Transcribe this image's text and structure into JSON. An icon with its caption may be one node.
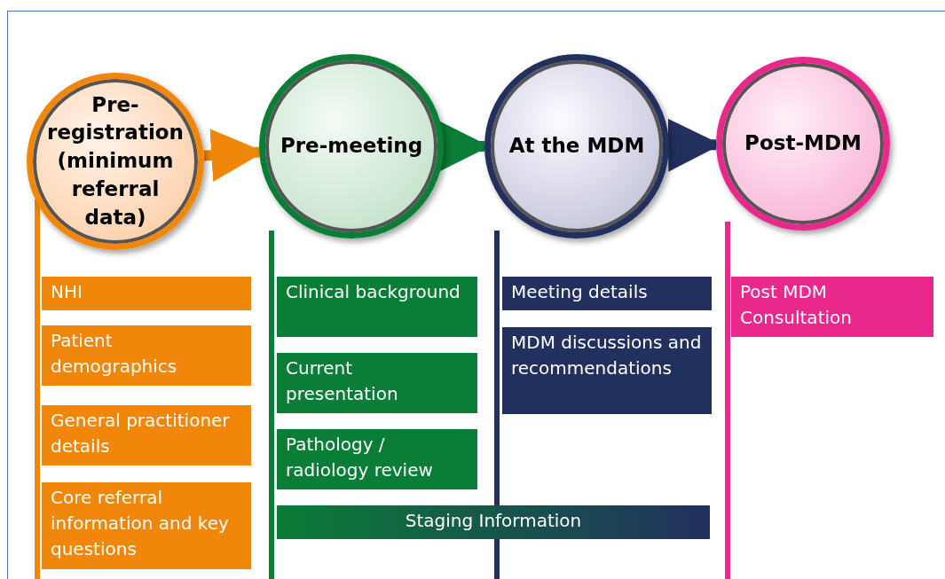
{
  "diagram": {
    "nodes": [
      {
        "text": [
          "Pre-registration (minimum referral data)"
        ]
      },
      {
        "text": [
          "Pre-meeting"
        ]
      },
      {
        "text": [
          "At the MDM"
        ]
      },
      {
        "text": [
          "Post-MDM"
        ]
      },
      {
        "text": [
          "NHI"
        ]
      },
      {
        "text": [
          "Patient demographics"
        ]
      },
      {
        "text": [
          "General practitioner details"
        ]
      },
      {
        "text": [
          "Core referral information and key questions"
        ]
      },
      {
        "text": [
          "Clinical background"
        ]
      },
      {
        "text": [
          "Current presentation"
        ]
      },
      {
        "text": [
          "Pathology / radiology review"
        ]
      },
      {
        "text": [
          "Meeting details"
        ]
      },
      {
        "text": [
          "MDM discussions and recommendations"
        ]
      },
      {
        "text": [
          "Post MDM Consultation"
        ]
      },
      {
        "text": [
          "Staging Information"
        ]
      }
    ],
    "edges": [
      {
        "from": 0,
        "to": 1,
        "arrow": "to"
      },
      {
        "from": 1,
        "to": 2,
        "arrow": "to",
        "color": "#0a7d36"
      },
      {
        "from": 2,
        "to": 3,
        "arrow": "to",
        "color": "#22305e"
      }
    ]
  }
}
